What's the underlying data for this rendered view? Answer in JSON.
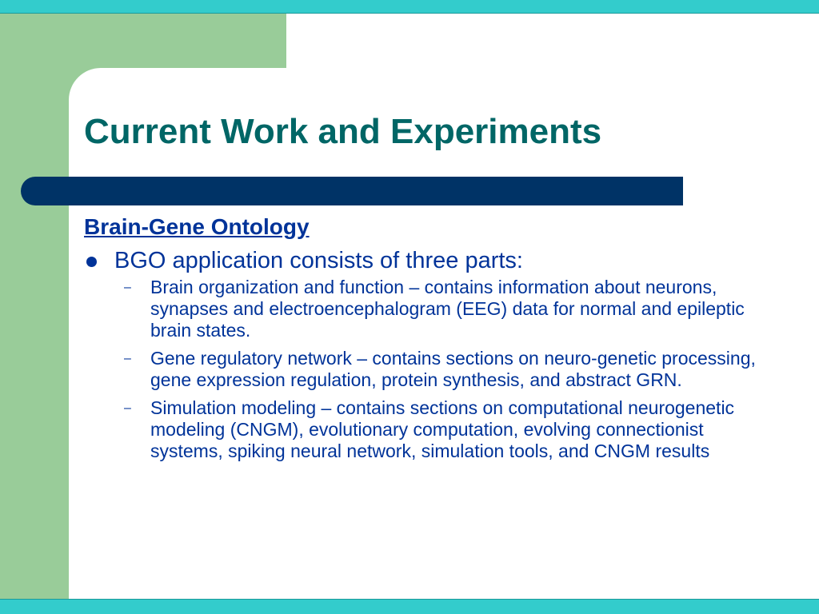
{
  "slide": {
    "title": "Current Work and Experiments",
    "section_heading": "Brain-Gene Ontology",
    "bullet": "BGO application consists of three parts:",
    "sub_items": [
      {
        "dash": "–",
        "text": "Brain organization and function – contains information about neurons, synapses and electroencephalogram (EEG) data for normal and epileptic brain states."
      },
      {
        "dash": "–",
        "text": "Gene regulatory network – contains sections on neuro-genetic processing, gene expression regulation, protein synthesis, and abstract GRN."
      },
      {
        "dash": "–",
        "text": "Simulation modeling – contains sections on computational neurogenetic modeling (CNGM), evolutionary computation, evolving connectionist systems, spiking neural network, simulation tools, and CNGM results"
      }
    ]
  },
  "colors": {
    "top_band": "#33cccc",
    "side_panel": "#99cc99",
    "title_text": "#006666",
    "title_bar": "#003366",
    "body_text": "#003399"
  }
}
